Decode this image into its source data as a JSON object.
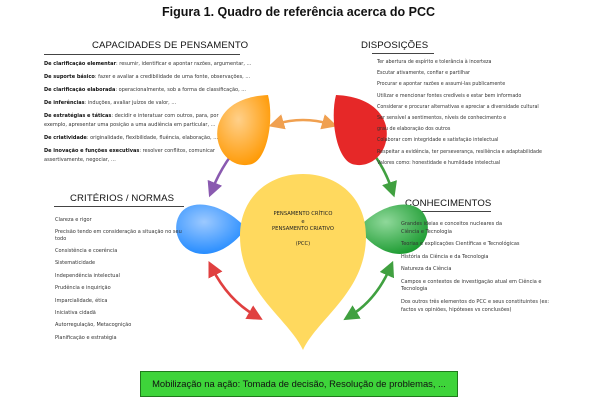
{
  "figure_title": "Figura 1. Quadro de referência acerca do PCC",
  "capacidades": {
    "title": "CAPACIDADES DE PENSAMENTO",
    "items": [
      {
        "label": "De clarificação elementar",
        "text": ": resumir, identificar e apontar razões, argumentar, ..."
      },
      {
        "label": "De suporte básico",
        "text": ": fazer e avaliar a credibilidade de uma fonte, observações, ..."
      },
      {
        "label": "De clarificação elaborada",
        "text": ": operacionalmente, sob a forma de classificação, ..."
      },
      {
        "label": "De inferências",
        "text": ": induções, avaliar juízos de valor, ..."
      },
      {
        "label": "De estratégias e táticas",
        "text": ": decidir e interatuar com outros, para, por",
        "cont": "exemplo, apresentar uma posição a uma audiência em particular, ..."
      },
      {
        "label": "De criatividade",
        "text": ": originalidade, flexibilidade, fluência, elaboração, ..."
      },
      {
        "label": "De inovação e funções executivas",
        "text": ": resolver conflitos, comunicar",
        "cont": "assertivamente, negociar, ..."
      }
    ]
  },
  "disposicoes": {
    "title": "DISPOSIÇÕES",
    "items": [
      "Ter abertura de espírito e tolerância à incerteza",
      "Escutar ativamente, confiar e partilhar",
      "Procurar e apontar razões e assumi-las publicamente",
      "Utilizar e mencionar fontes credíveis e estar bem informado",
      "Considerar e procurar alternativas e apreciar a diversidade cultural",
      "Ser sensível a sentimentos, níveis de conhecimento e",
      "grau de elaboração dos outros",
      "Colaborar com integridade e satisfação intelectual",
      "Respeitar a evidência, ter perseverança, resiliência e adaptabilidade",
      "Valores como: honestidade e humildade intelectual"
    ]
  },
  "criterios": {
    "title": "CRITÉRIOS / NORMAS",
    "items": [
      "Clareza e rigor",
      "Precisão tendo em consideração a situação no seu todo",
      "Consistência e coerência",
      "Sistematicidade",
      "Independência intelectual",
      "Prudência e inquirição",
      "Imparcialidade, ética",
      "Iniciativa cidadã",
      "Autorregulação, Metacognição",
      "Planificação e estratégia"
    ]
  },
  "conhecimentos": {
    "title": "CONHECIMENTOS",
    "items": [
      "Grandes ideias e conceitos nucleares da Ciência e Tecnologia",
      "Teorias e explicações Científicas e Tecnológicas",
      "História da Ciência e da Tecnologia",
      "Natureza da Ciência",
      "Campos e contextos de investigação atual em Ciência e Tecnologia",
      "Dos outros três elementos do PCC e seus constituintes (ex: factos vs opiniões, hipóteses vs conclusões)"
    ]
  },
  "center": {
    "line1": "PENSAMENTO CRÍTICO",
    "line2": "e",
    "line3": "PENSAMENTO CRIATIVO",
    "line4": "(PCC)"
  },
  "bottom": "Mobilização na ação: Tomada de decisão, Resolução de problemas, ...",
  "colors": {
    "orange": "#ff9800",
    "orange_light": "#ffd08a",
    "blue": "#1e88ff",
    "blue_light": "#9cc9ff",
    "green": "#1a9a2f",
    "green_light": "#8fd89a",
    "yellow": "#ffd95e",
    "arrow_orange": "#f0a050",
    "arrow_purple": "#8a5ab0",
    "arrow_red": "#e04040",
    "arrow_green": "#40a040",
    "box_green": "#3ed43a"
  }
}
